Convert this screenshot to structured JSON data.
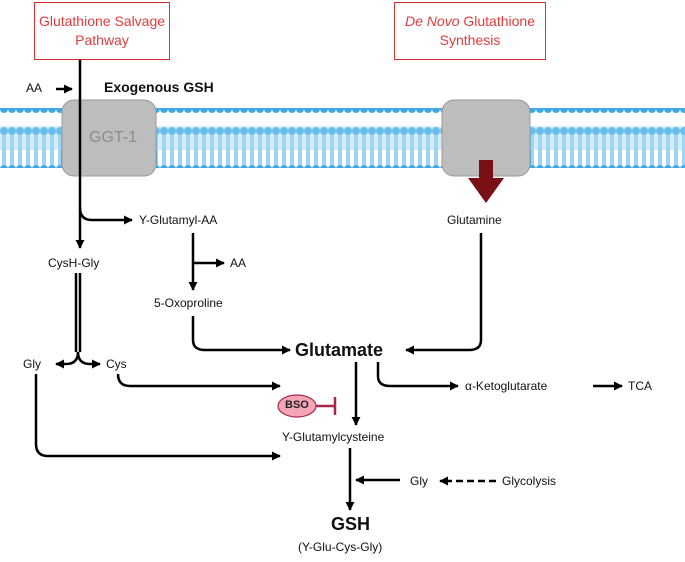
{
  "boxes": {
    "salvage": {
      "line1": "Glutathione Salvage",
      "line2": "Pathway"
    },
    "denovo": {
      "italic": "De Novo",
      "rest": " Glutathione",
      "line2": "Synthesis"
    }
  },
  "membrane": {
    "transporter_label": "GGT-1"
  },
  "nodes": {
    "aa_in": "AA",
    "exogenous_gsh": "Exogenous GSH",
    "glutamyl_aa": "Υ-Glutamyl-AA",
    "aa_out": "AA",
    "oxoproline": "5-Oxoproline",
    "glutamine": "Glutamine",
    "cysh_gly": "CysH-Gly",
    "gly_left": "Gly",
    "cys": "Cys",
    "glutamate": "Glutamate",
    "ketoglutarate": "α-Ketoglutarate",
    "tca": "TCA",
    "bso": "BSO",
    "glutamylcysteine": "Υ-Glutamylcysteine",
    "gly_right": "Gly",
    "glycolysis": "Glycolysis",
    "gsh": "GSH",
    "gsh_formula": "(Υ-Glu-Cys-Gly)"
  },
  "colors": {
    "box_border": "#d62f2f",
    "box_text": "#e03c3c",
    "membrane_blue": "#3fa9e6",
    "membrane_light": "#9fd6f5",
    "transporter_gray": "#bdbdbd",
    "import_arrow": "#7a0f15",
    "bso_fill": "#f4a6b8",
    "bso_inhibit": "#a8284b"
  }
}
